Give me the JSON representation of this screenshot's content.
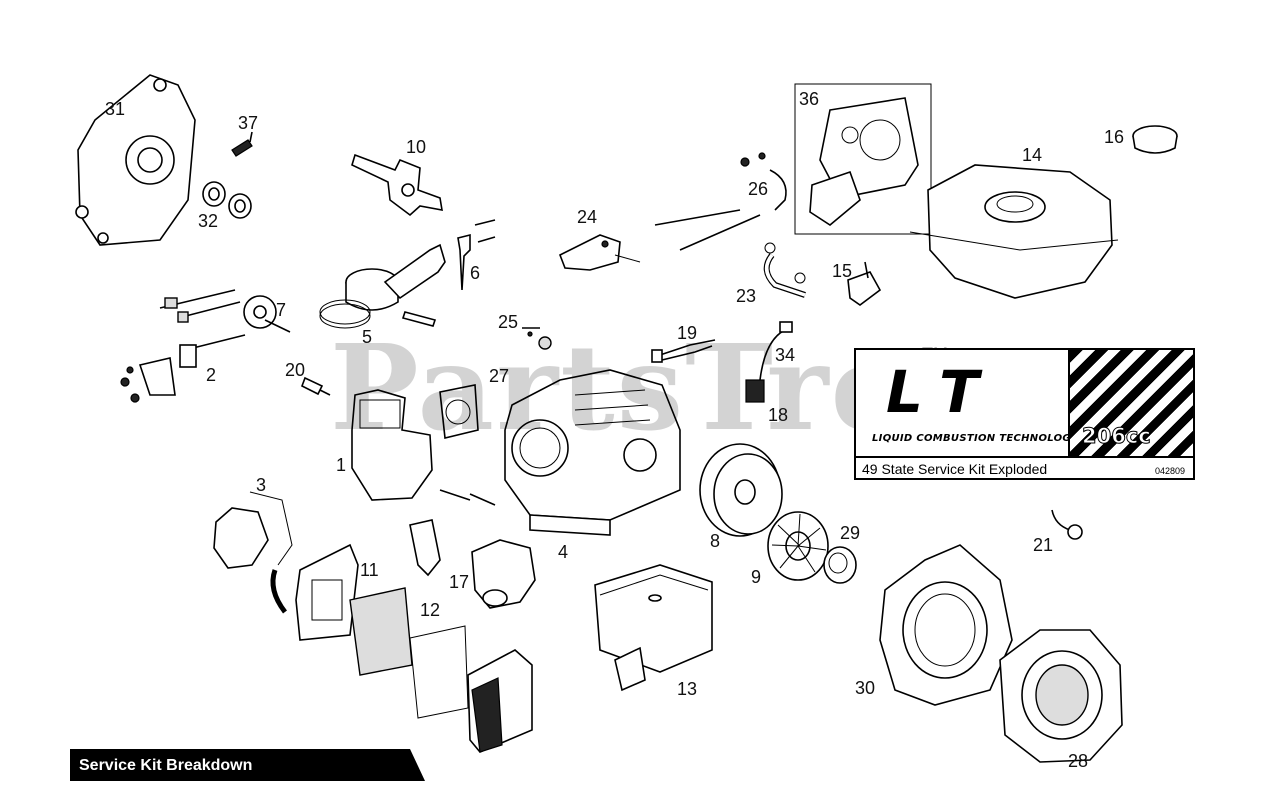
{
  "diagram": {
    "callouts": [
      "31",
      "37",
      "10",
      "32",
      "7",
      "2",
      "6",
      "24",
      "26",
      "36",
      "14",
      "16",
      "23",
      "15",
      "25",
      "5",
      "19",
      "34",
      "20",
      "27",
      "18",
      "1",
      "3",
      "11",
      "12",
      "17",
      "4",
      "8",
      "9",
      "29",
      "21",
      "13",
      "30",
      "28"
    ],
    "watermark": "PartsTree",
    "trademark": "TM",
    "logo": {
      "mark": "L  T",
      "subtitle": "LIQUID COMBUSTION TECHNOLOGY",
      "model": "206cc",
      "kit_title": "49 State Service Kit Exploded",
      "code": "042809"
    },
    "banner": "Service Kit Breakdown"
  }
}
